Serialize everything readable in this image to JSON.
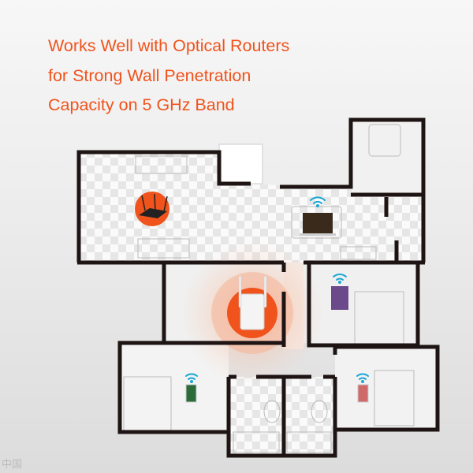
{
  "headline": {
    "line1": "Works Well with Optical Routers",
    "line2": "for Strong Wall Penetration",
    "line3": "Capacity on 5 GHz Band"
  },
  "watermark": "中国",
  "colors": {
    "accent": "#f0531c",
    "wall": "#1e1414",
    "wifi": "#1aa6d6"
  },
  "devices": [
    "router-icon",
    "range-extender-icon",
    "laptop-icon",
    "tablet-icon",
    "phone-icon",
    "phone-icon"
  ]
}
